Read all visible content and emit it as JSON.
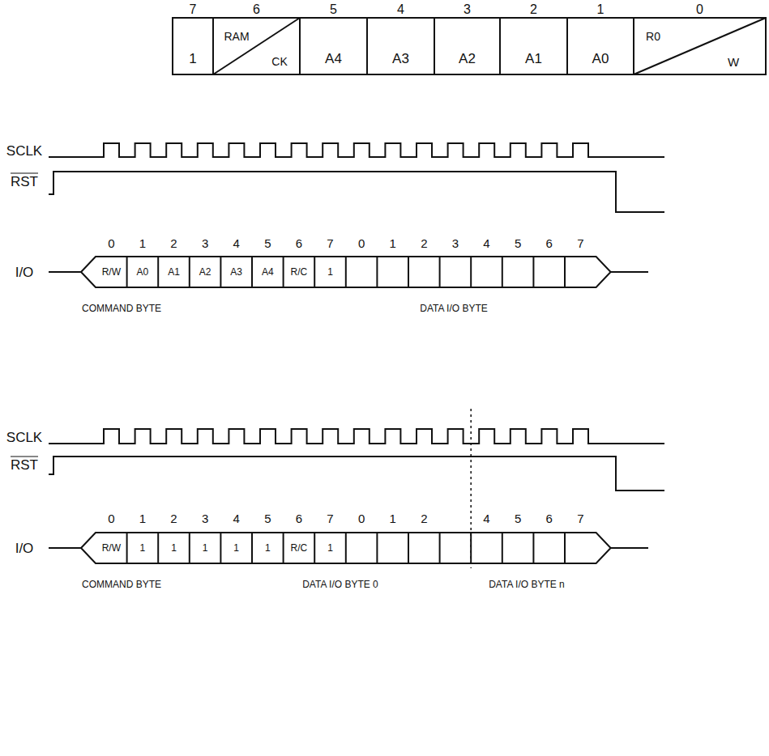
{
  "diagram": {
    "labels": [
      "7",
      "6",
      "5",
      "4",
      "3",
      "2",
      "1",
      "0",
      "1",
      "RAM",
      "CK",
      "A4",
      "A3",
      "A2",
      "A1",
      "A0",
      "R0",
      "W",
      "SCLK",
      "RST",
      "0",
      "1",
      "2",
      "3",
      "4",
      "5",
      "6",
      "7",
      "0",
      "1",
      "2",
      "3",
      "4",
      "5",
      "6",
      "7",
      "I/O",
      "R/W",
      "A0",
      "A1",
      "A2",
      "A3",
      "A4",
      "R/C",
      "1",
      "COMMAND BYTE",
      "DATA I/O BYTE",
      "SCLK",
      "RST",
      "0",
      "1",
      "2",
      "3",
      "4",
      "5",
      "6",
      "7",
      "0",
      "1",
      "2",
      "4",
      "5",
      "6",
      "7",
      "I/O",
      "R/W",
      "1",
      "1",
      "1",
      "1",
      "1",
      "R/C",
      "1",
      "COMMAND BYTE",
      "DATA I/O BYTE 0",
      "DATA I/O BYTE n"
    ]
  }
}
